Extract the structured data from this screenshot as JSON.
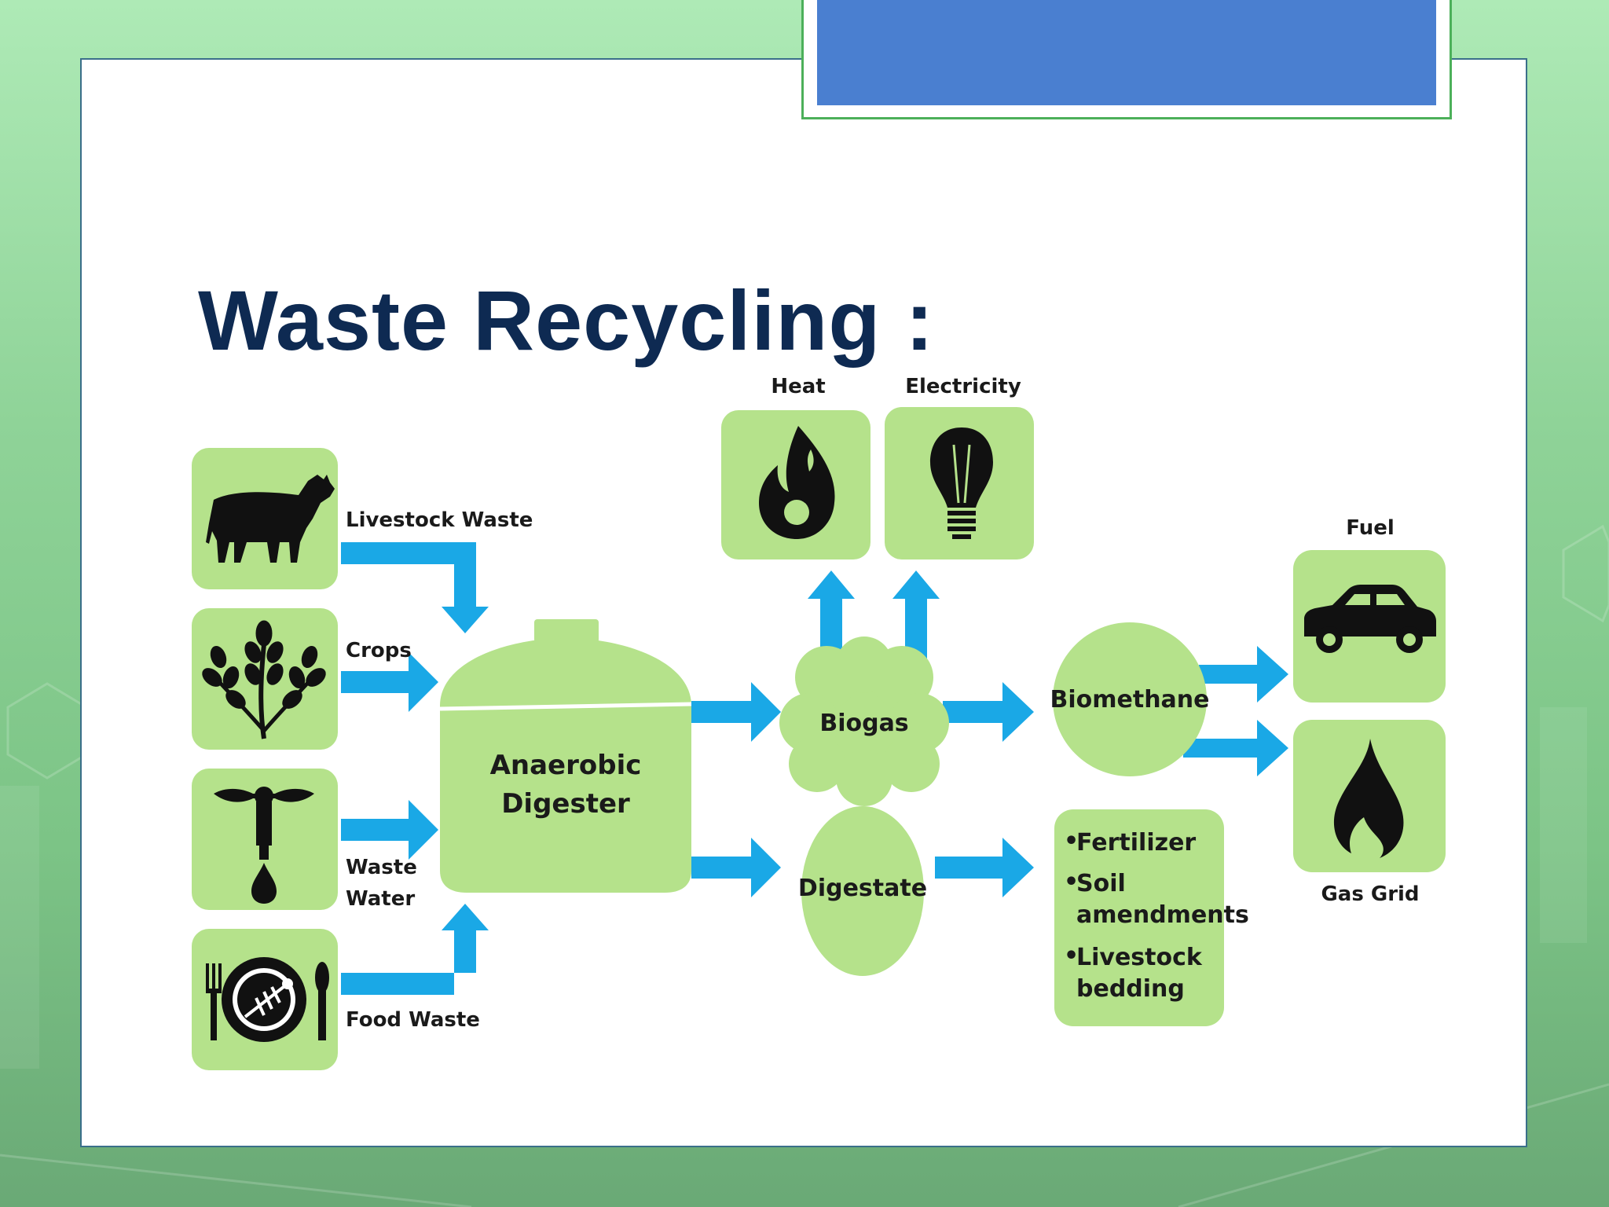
{
  "slide": {
    "title": "Waste Recycling :"
  },
  "diagram": {
    "inputs": [
      {
        "label": "Livestock Waste",
        "icon": "cow-icon"
      },
      {
        "label": "Crops",
        "icon": "wheat-icon"
      },
      {
        "label_lines": [
          "Waste",
          "Water"
        ],
        "icon": "faucet-drop-icon"
      },
      {
        "label": "Food Waste",
        "icon": "plate-fishbone-icon"
      }
    ],
    "digester_lines": [
      "Anaerobic",
      "Digester"
    ],
    "biogas": "Biogas",
    "digestate": "Digestate",
    "heat": {
      "label": "Heat",
      "icon": "flame-icon"
    },
    "electricity": {
      "label": "Electricity",
      "icon": "lightbulb-icon"
    },
    "biomethane": "Biomethane",
    "fuel": {
      "label": "Fuel",
      "icon": "car-icon"
    },
    "gas_grid": {
      "label": "Gas Grid",
      "icon": "gas-flame-icon"
    },
    "digestate_uses": [
      {
        "lines": [
          "Fertilizer"
        ]
      },
      {
        "lines": [
          "Soil",
          "amendments"
        ]
      },
      {
        "lines": [
          "Livestock",
          "bedding"
        ]
      }
    ]
  },
  "colors": {
    "node_fill": "#b5e28b",
    "arrow": "#1aa8e6",
    "title": "#0e2a52",
    "title_box": "#4a7fd0",
    "icon": "#111111"
  }
}
